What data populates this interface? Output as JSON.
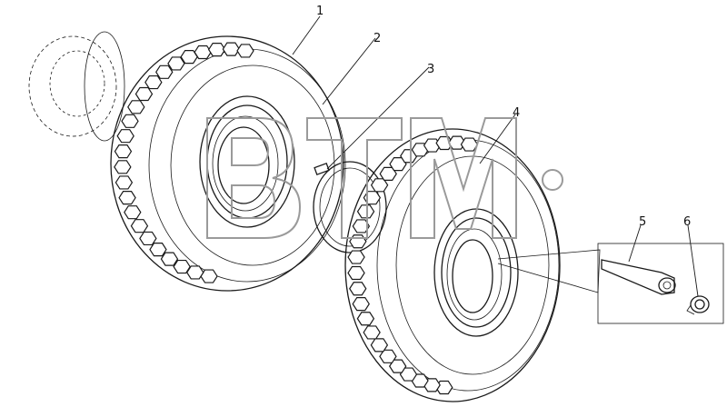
{
  "diagram": {
    "callouts": [
      "1",
      "2",
      "3",
      "4",
      "5",
      "6"
    ],
    "watermark": {
      "text": "BTM",
      "registered_mark": "®"
    },
    "colors": {
      "line": "#1a1a1a",
      "background": "#ffffff",
      "watermark": "#9a9a9a"
    }
  }
}
